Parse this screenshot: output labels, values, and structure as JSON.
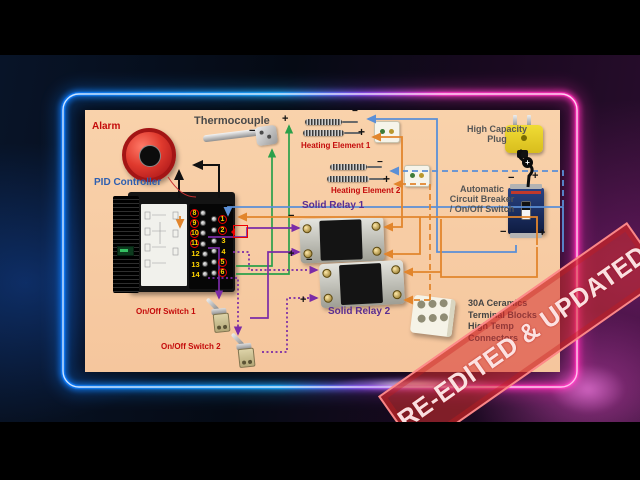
{
  "stamp": {
    "text": "RE-EDITED & UPDATED"
  },
  "signs": {
    "plus": "+",
    "minus": "−"
  },
  "diagram": {
    "alarm": {
      "label": "Alarm"
    },
    "thermocouple": {
      "label": "Thermocouple"
    },
    "heating_element_1": {
      "label": "Heating Element 1"
    },
    "heating_element_2": {
      "label": "Heating Element 2"
    },
    "pid": {
      "label": "PID Controller",
      "terminals_left": [
        "8",
        "9",
        "10",
        "11",
        "12",
        "13",
        "14"
      ],
      "terminals_right": [
        "1",
        "2",
        "3",
        "4",
        "5",
        "6"
      ]
    },
    "relay1": {
      "label": "Solid Relay 1"
    },
    "relay2": {
      "label": "Solid Relay 2"
    },
    "plug": {
      "line1": "High Capacity",
      "line2": "Plug"
    },
    "breaker": {
      "line1": "Automatic",
      "line2": "Circuit Breaker",
      "line3": "/ On/Off Switch"
    },
    "switch1": {
      "label": "On/Off Switch 1"
    },
    "switch2": {
      "label": "On/Off Switch 2"
    },
    "ceramics": {
      "line1": "30A Ceramics",
      "line2": "Terminal Blocks",
      "line3": "High Temp",
      "line4": "Connectors"
    }
  },
  "colors": {
    "panel": "#f7cba3",
    "neon_blue": "#1ea8ff",
    "neon_pink": "#ff2fc0",
    "wire_blue": "#5b8fd6",
    "wire_orange": "#e2852c",
    "wire_green": "#2ba04a",
    "wire_purple": "#7b2ba6",
    "label_red": "#c40a0a",
    "label_blue": "#2f5fb0",
    "label_purple": "#5a2d91"
  }
}
